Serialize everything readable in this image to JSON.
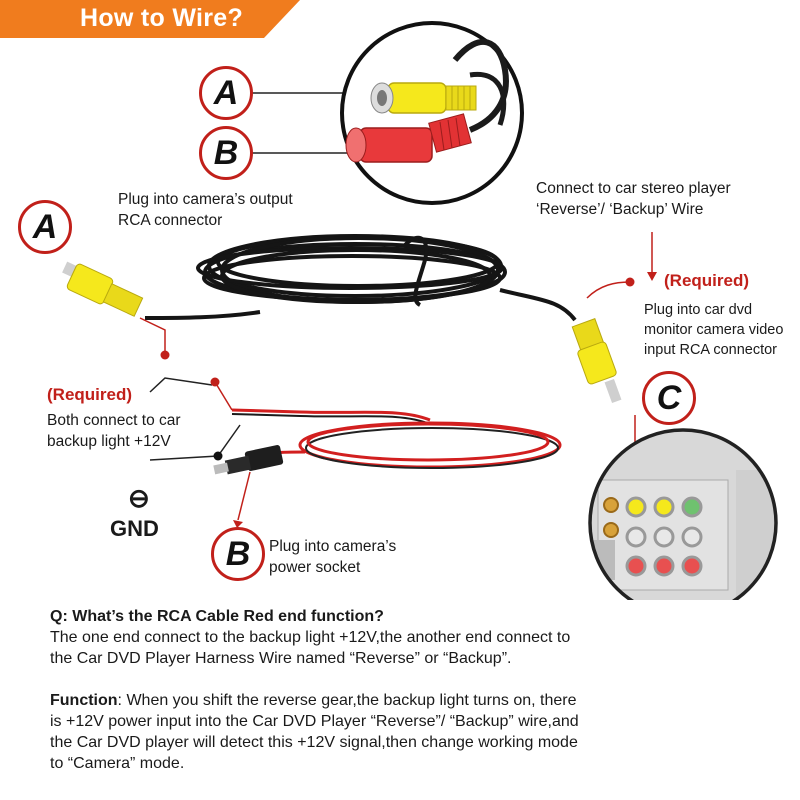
{
  "header": {
    "title": "How to Wire?"
  },
  "badges": {
    "a_top": "A",
    "b_top": "B",
    "a_left": "A",
    "b_power": "B",
    "c_monitor": "C"
  },
  "labels": {
    "camera_output": [
      "Plug into camera’s output",
      "RCA connector"
    ],
    "stereo_wire": [
      "Connect to car stereo player",
      "‘Reverse’/ ‘Backup’ Wire"
    ],
    "required_right": "(Required)",
    "dvd_input": [
      "Plug into car dvd",
      "monitor camera video",
      "input RCA connector"
    ],
    "required_left": "(Required)",
    "backup_light": [
      "Both connect to car",
      "backup light +12V"
    ],
    "gnd_symbol": "⊖",
    "gnd": "GND",
    "power_socket": [
      "Plug into camera’s",
      "power socket"
    ]
  },
  "qa": {
    "question": "Q: What’s the RCA Cable Red end function?",
    "answer": [
      "The one end connect to the backup light +12V,the another end connect to",
      "the Car DVD Player Harness Wire named “Reverse” or “Backup”."
    ],
    "function_label": "Function",
    "function_text": ": When you shift the reverse gear,the backup light turns on, there",
    "function_more": [
      "is +12V power input into the Car DVD Player “Reverse”/ “Backup” wire,and",
      "the Car DVD player will detect this +12V signal,then change working mode",
      "to “Camera” mode."
    ]
  },
  "colors": {
    "accent": "#f07c1e",
    "required_red": "#c1201a",
    "rca_yellow": "#f5e81c",
    "wire_red": "#d21f1f"
  }
}
